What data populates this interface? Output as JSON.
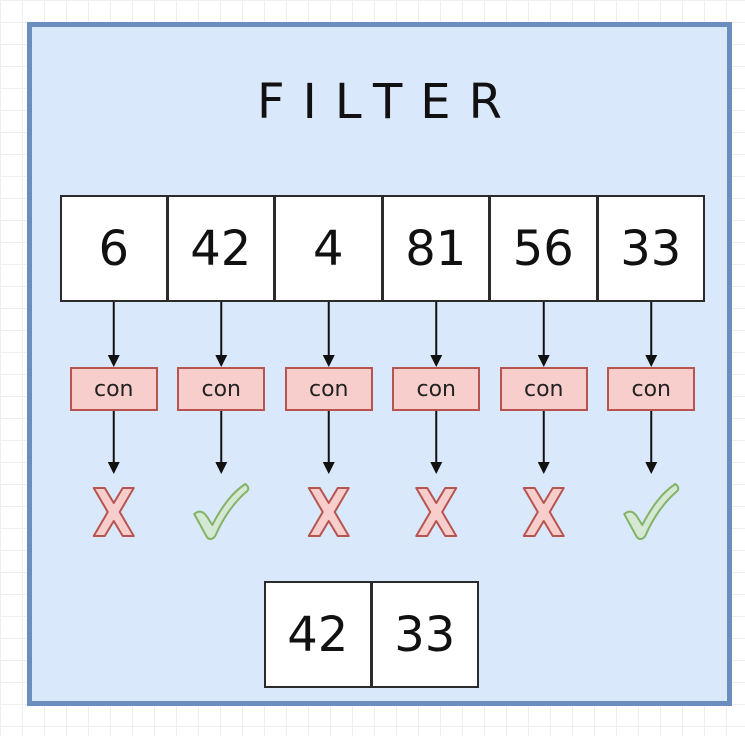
{
  "title": "FILTER",
  "input_values": [
    "6",
    "42",
    "4",
    "81",
    "56",
    "33"
  ],
  "condition_label": "con",
  "results": [
    "fail",
    "pass",
    "fail",
    "fail",
    "fail",
    "pass"
  ],
  "result_icons": {
    "fail": "cross-icon",
    "pass": "check-icon"
  },
  "output_values": [
    "42",
    "33"
  ],
  "colors": {
    "panel_fill": "#dae8fc",
    "panel_border": "#6c8ebf",
    "condition_fill": "#f8cecc",
    "condition_border": "#b85450",
    "cross_fill": "#f8cecc",
    "cross_stroke": "#b85450",
    "check_fill": "#d5e8d4",
    "check_stroke": "#82b366"
  }
}
